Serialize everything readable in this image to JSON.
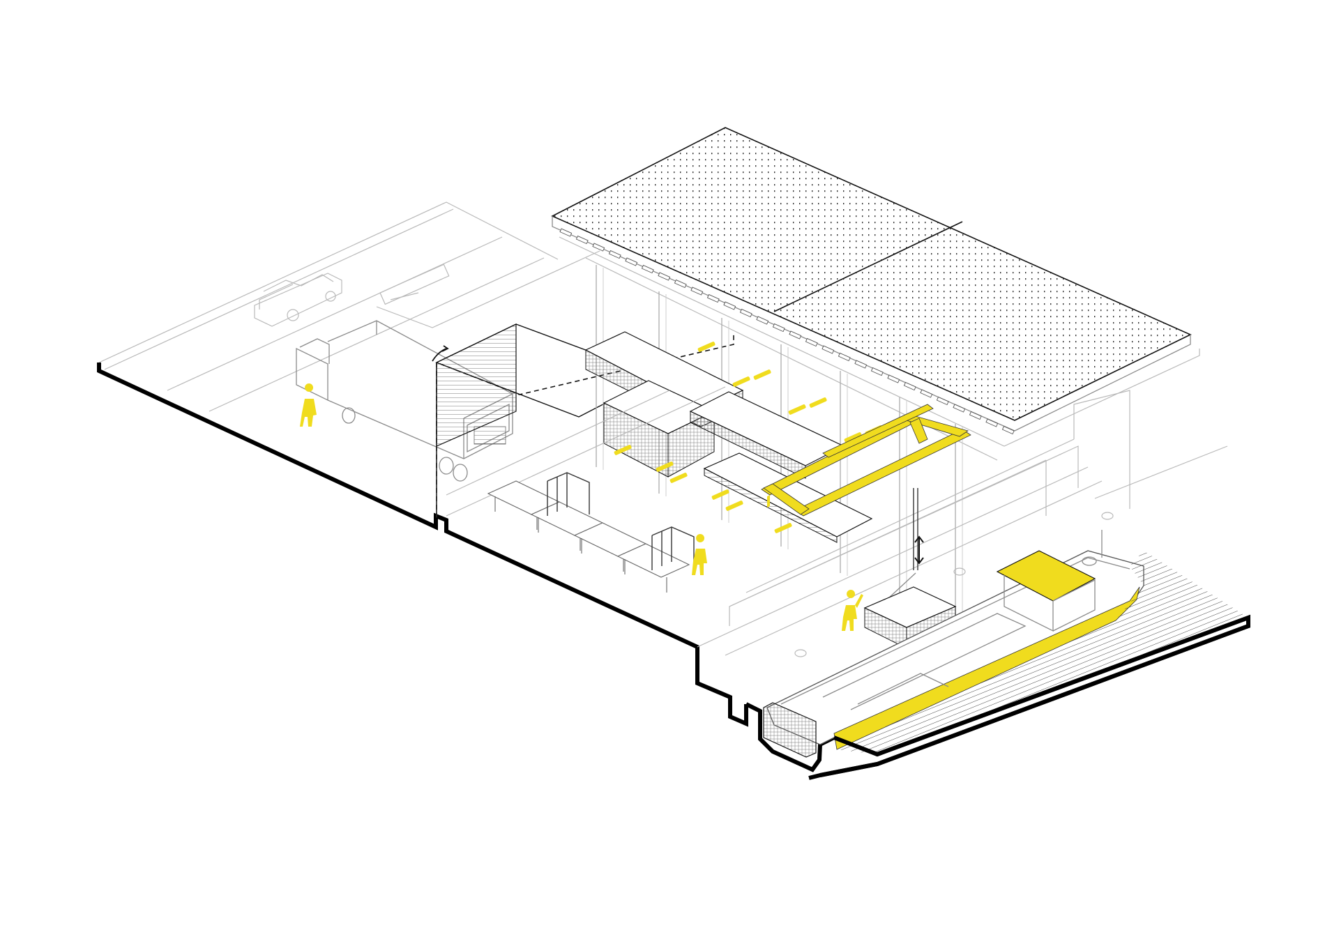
{
  "colors": {
    "accent": "#f0dc1e",
    "line": "#b9b9b9",
    "section": "#000000",
    "background": "#ffffff"
  },
  "elements": [
    "street-with-car",
    "delivery-truck",
    "hangar-roof",
    "timber-stacks",
    "cantilever-racks",
    "overhead-gantry-crane",
    "loading-platforms",
    "quay-wall",
    "cargo-boat",
    "water"
  ]
}
